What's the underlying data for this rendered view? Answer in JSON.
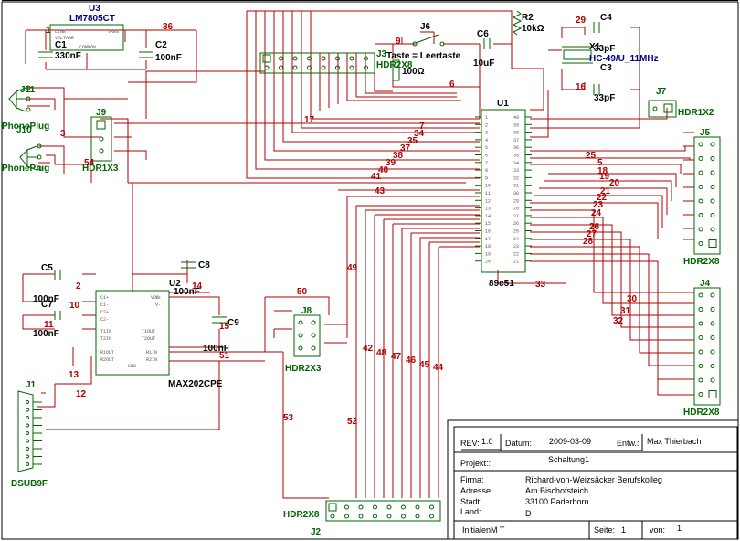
{
  "components": {
    "u3": {
      "ref": "U3",
      "value": "LM7805CT",
      "pins": [
        "LINE",
        "VREG",
        "VOLTAGE",
        "COMMON"
      ]
    },
    "c1": {
      "ref": "C1",
      "value": "330nF"
    },
    "c2": {
      "ref": "C2",
      "value": "100nF"
    },
    "c3": {
      "ref": "C3",
      "value": "33pF"
    },
    "c4": {
      "ref": "C4",
      "value": "33pF"
    },
    "c5": {
      "ref": "C5",
      "value": "100nF"
    },
    "c6": {
      "ref": "C6",
      "value": "10uF"
    },
    "c7": {
      "ref": "C7",
      "value": "100nF"
    },
    "c8": {
      "ref": "C8",
      "value": "100nF"
    },
    "c9": {
      "ref": "C9",
      "value": "100nF"
    },
    "r1": {
      "value": "100Ω"
    },
    "r2": {
      "ref": "R2",
      "value": "10kΩ"
    },
    "x1": {
      "ref": "X1",
      "value": "HC-49/U_11MHz"
    },
    "j1": {
      "ref": "J1",
      "value": "DSUB9F"
    },
    "j2": {
      "ref": "J2",
      "value": "HDR2X8"
    },
    "j3": {
      "ref": "J3",
      "value": "HDR2X8"
    },
    "j4": {
      "ref": "J4",
      "value": "HDR2X8"
    },
    "j5": {
      "ref": "J5",
      "value": "HDR2X8"
    },
    "j6": {
      "ref": "J6",
      "value": "Taste = Leertaste"
    },
    "j7": {
      "ref": "J7",
      "value": "HDR1X2"
    },
    "j8": {
      "ref": "J8",
      "value": "HDR2X3"
    },
    "j9": {
      "ref": "J9",
      "value": "HDR1X3"
    },
    "j10": {
      "ref": "J10",
      "value": "PhonePlug"
    },
    "j11": {
      "ref": "J11",
      "value": "PhonePlug"
    },
    "u1": {
      "ref": "U1",
      "value": "89c51"
    },
    "u2": {
      "ref": "U2",
      "value": "MAX202CPE",
      "pins_left": [
        "C1+",
        "C1-",
        "C2+",
        "C2-",
        "T1IN",
        "T2IN",
        "R1OUT",
        "R2OUT"
      ],
      "pins_right": [
        "VCC",
        "V+",
        "V-",
        "",
        "T1OUT",
        "T2OUT",
        "R1IN",
        "R2IN"
      ],
      "pin_gnd": "GND"
    }
  },
  "nets": [
    "1",
    "2",
    "3",
    "5",
    "6",
    "7",
    "9",
    "10",
    "11",
    "12",
    "13",
    "14",
    "15",
    "16",
    "17",
    "18",
    "19",
    "20",
    "21",
    "22",
    "23",
    "24",
    "25",
    "26",
    "27",
    "28",
    "29",
    "30",
    "31",
    "32",
    "33",
    "34",
    "35",
    "36",
    "37",
    "38",
    "39",
    "40",
    "41",
    "42",
    "43",
    "44",
    "45",
    "46",
    "47",
    "48",
    "50",
    "51",
    "52",
    "53"
  ],
  "title_block": {
    "rev_label": "REV:",
    "rev": "1.0",
    "datum_label": "Datum:",
    "datum": "2009-03-09",
    "entw_label": "Entw.:",
    "entw": "Max Thierbach",
    "projekt_label": "Projekt::",
    "projekt": "Schaltung1",
    "firma_label": "Firma:",
    "firma": "Richard-von-Weizsäcker Berufskolleg",
    "adresse_label": "Adresse:",
    "adresse": "Am Bischofsteich",
    "stadt_label": "Stadt:",
    "stadt": "33100 Paderborn",
    "land_label": "Land:",
    "land": "D",
    "file": "InitialenM T",
    "seite_label": "Seite:",
    "seite": "1",
    "von_label": "von:",
    "von": "1"
  },
  "colors": {
    "wire": "#b00000",
    "component": "#006400",
    "value": "#000080",
    "background": "#ffffff"
  }
}
